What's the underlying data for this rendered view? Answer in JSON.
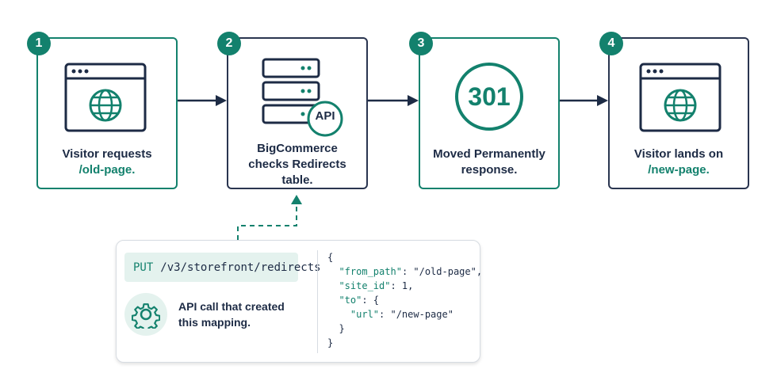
{
  "steps": [
    {
      "number": "1",
      "line1": "Visitor requests",
      "line2": "/old-page."
    },
    {
      "number": "2",
      "line1": "BigCommerce",
      "line2": "checks Redirects",
      "line3": "table.",
      "badge": "API"
    },
    {
      "number": "3",
      "code": "301",
      "line1": "Moved Permanently",
      "line2": "response."
    },
    {
      "number": "4",
      "line1": "Visitor lands on",
      "line2": "/new-page."
    }
  ],
  "api_card": {
    "method": "PUT",
    "path": "/v3/storefront/redirects",
    "description": "API call that created this mapping.",
    "code_lines": {
      "l1": "{",
      "l2_key": "\"from_path\"",
      "l2_val": ": \"/old-page\",",
      "l3_key": "\"site_id\"",
      "l3_val": ": 1,",
      "l4_key": "\"to\"",
      "l4_val": ": {",
      "l5_key": "\"url\"",
      "l5_val": ": \"/new-page\"",
      "l6": "}",
      "l7": "}"
    }
  },
  "colors": {
    "teal": "#13816d",
    "navy": "#2a3550",
    "light_teal": "#e4f2ee"
  }
}
